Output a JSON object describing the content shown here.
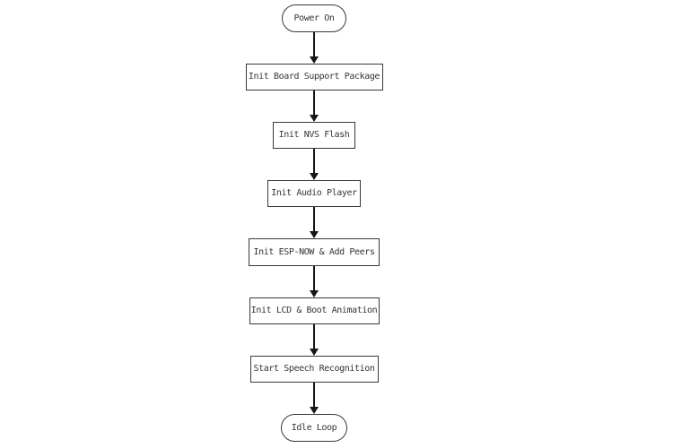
{
  "diagram": {
    "type": "flowchart",
    "direction": "top-down",
    "nodes": [
      {
        "id": "power-on",
        "label": "Power On",
        "shape": "stadium"
      },
      {
        "id": "init-bsp",
        "label": "Init Board Support Package",
        "shape": "rect"
      },
      {
        "id": "init-nvs-flash",
        "label": "Init NVS Flash",
        "shape": "rect"
      },
      {
        "id": "init-audio-player",
        "label": "Init Audio Player",
        "shape": "rect"
      },
      {
        "id": "init-espnow-add-peers",
        "label": "Init ESP-NOW & Add Peers",
        "shape": "rect"
      },
      {
        "id": "init-lcd-boot-animation",
        "label": "Init LCD & Boot Animation",
        "shape": "rect"
      },
      {
        "id": "start-speech-recognition",
        "label": "Start Speech Recognition",
        "shape": "rect"
      },
      {
        "id": "idle-loop",
        "label": "Idle Loop",
        "shape": "stadium"
      }
    ],
    "edges": [
      {
        "from": "power-on",
        "to": "init-bsp"
      },
      {
        "from": "init-bsp",
        "to": "init-nvs-flash"
      },
      {
        "from": "init-nvs-flash",
        "to": "init-audio-player"
      },
      {
        "from": "init-audio-player",
        "to": "init-espnow-add-peers"
      },
      {
        "from": "init-espnow-add-peers",
        "to": "init-lcd-boot-animation"
      },
      {
        "from": "init-lcd-boot-animation",
        "to": "start-speech-recognition"
      },
      {
        "from": "start-speech-recognition",
        "to": "idle-loop"
      }
    ],
    "colors": {
      "background": "#ffffff",
      "node_fill": "#ffffff",
      "node_border": "#383840",
      "text": "#33333d",
      "arrow": "#15151a"
    }
  }
}
